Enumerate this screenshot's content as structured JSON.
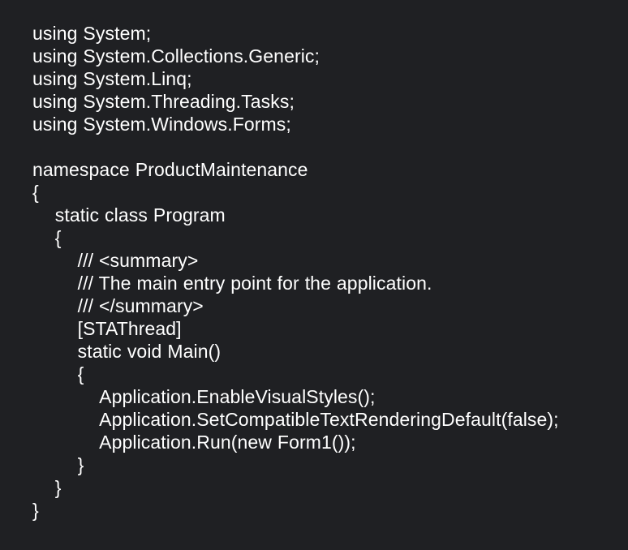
{
  "page": {
    "background_color": "#1f2023",
    "text_color": "#ffffff"
  },
  "code": {
    "language": "csharp",
    "file_context": "Program.cs (WinForms ProductMaintenance application entry point)",
    "lines": [
      "using System;",
      "using System.Collections.Generic;",
      "using System.Linq;",
      "using System.Threading.Tasks;",
      "using System.Windows.Forms;",
      "",
      "namespace ProductMaintenance",
      "{",
      "    static class Program",
      "    {",
      "        /// <summary>",
      "        /// The main entry point for the application.",
      "        /// </summary>",
      "        [STAThread]",
      "        static void Main()",
      "        {",
      "            Application.EnableVisualStyles();",
      "            Application.SetCompatibleTextRenderingDefault(false);",
      "            Application.Run(new Form1());",
      "        }",
      "    }",
      "}"
    ]
  }
}
